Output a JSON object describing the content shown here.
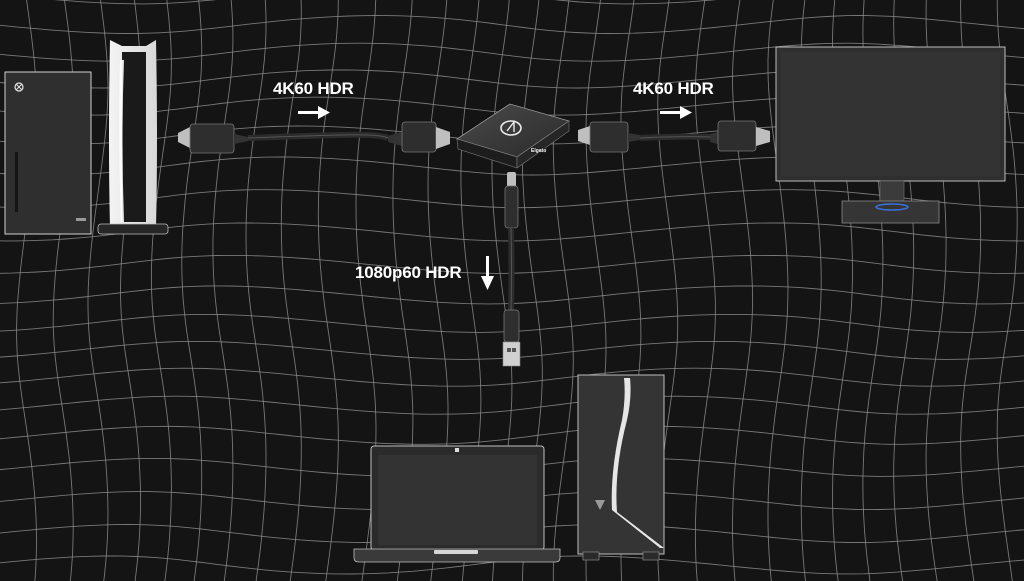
{
  "links": {
    "console_to_capture": "4K60 HDR",
    "capture_to_monitor": "4K60 HDR",
    "capture_to_computer": "1080p60 HDR"
  },
  "colors": {
    "background": "#141414",
    "grid": "#8a8a8a",
    "device_dark": "#3a3a3a",
    "device_light": "#ffffff",
    "cable": "#2b2b2b",
    "accent": "#3a6fd8"
  },
  "icons": {
    "xbox": "xbox-series-x",
    "ps5": "playstation-5",
    "capture": "elgato-capture-card",
    "monitor": "monitor",
    "laptop": "laptop",
    "pc": "desktop-pc",
    "arrow": "arrow-right"
  },
  "device_logo": "Elgato"
}
